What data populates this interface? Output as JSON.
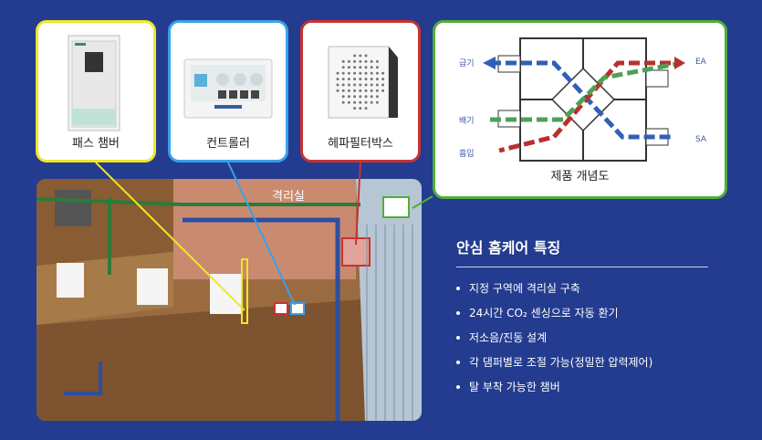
{
  "cards": {
    "pass_chamber": "패스 챔버",
    "controller": "컨트롤러",
    "hepa_box": "헤파필터박스"
  },
  "concept": {
    "title": "제품 개념도",
    "left": [
      "급기",
      "배기",
      "흡입"
    ],
    "right": [
      "EA",
      "SA"
    ]
  },
  "scene": {
    "room_label": "격리실"
  },
  "features": {
    "title": "안심 홈케어 특징",
    "items": [
      "지정 구역에 격리실 구축",
      "24시간 CO₂ 센싱으로 자동 환기",
      "저소음/진동 설계",
      "각 댐퍼별로 조절 가능(정밀한 압력제어)",
      "탈 부착 가능한 챔버"
    ]
  },
  "colors": {
    "background": "#233c8f",
    "pass": "#f0e62a",
    "controller": "#3aa0e8",
    "hepa": "#c83232",
    "concept": "#4fae3a"
  }
}
